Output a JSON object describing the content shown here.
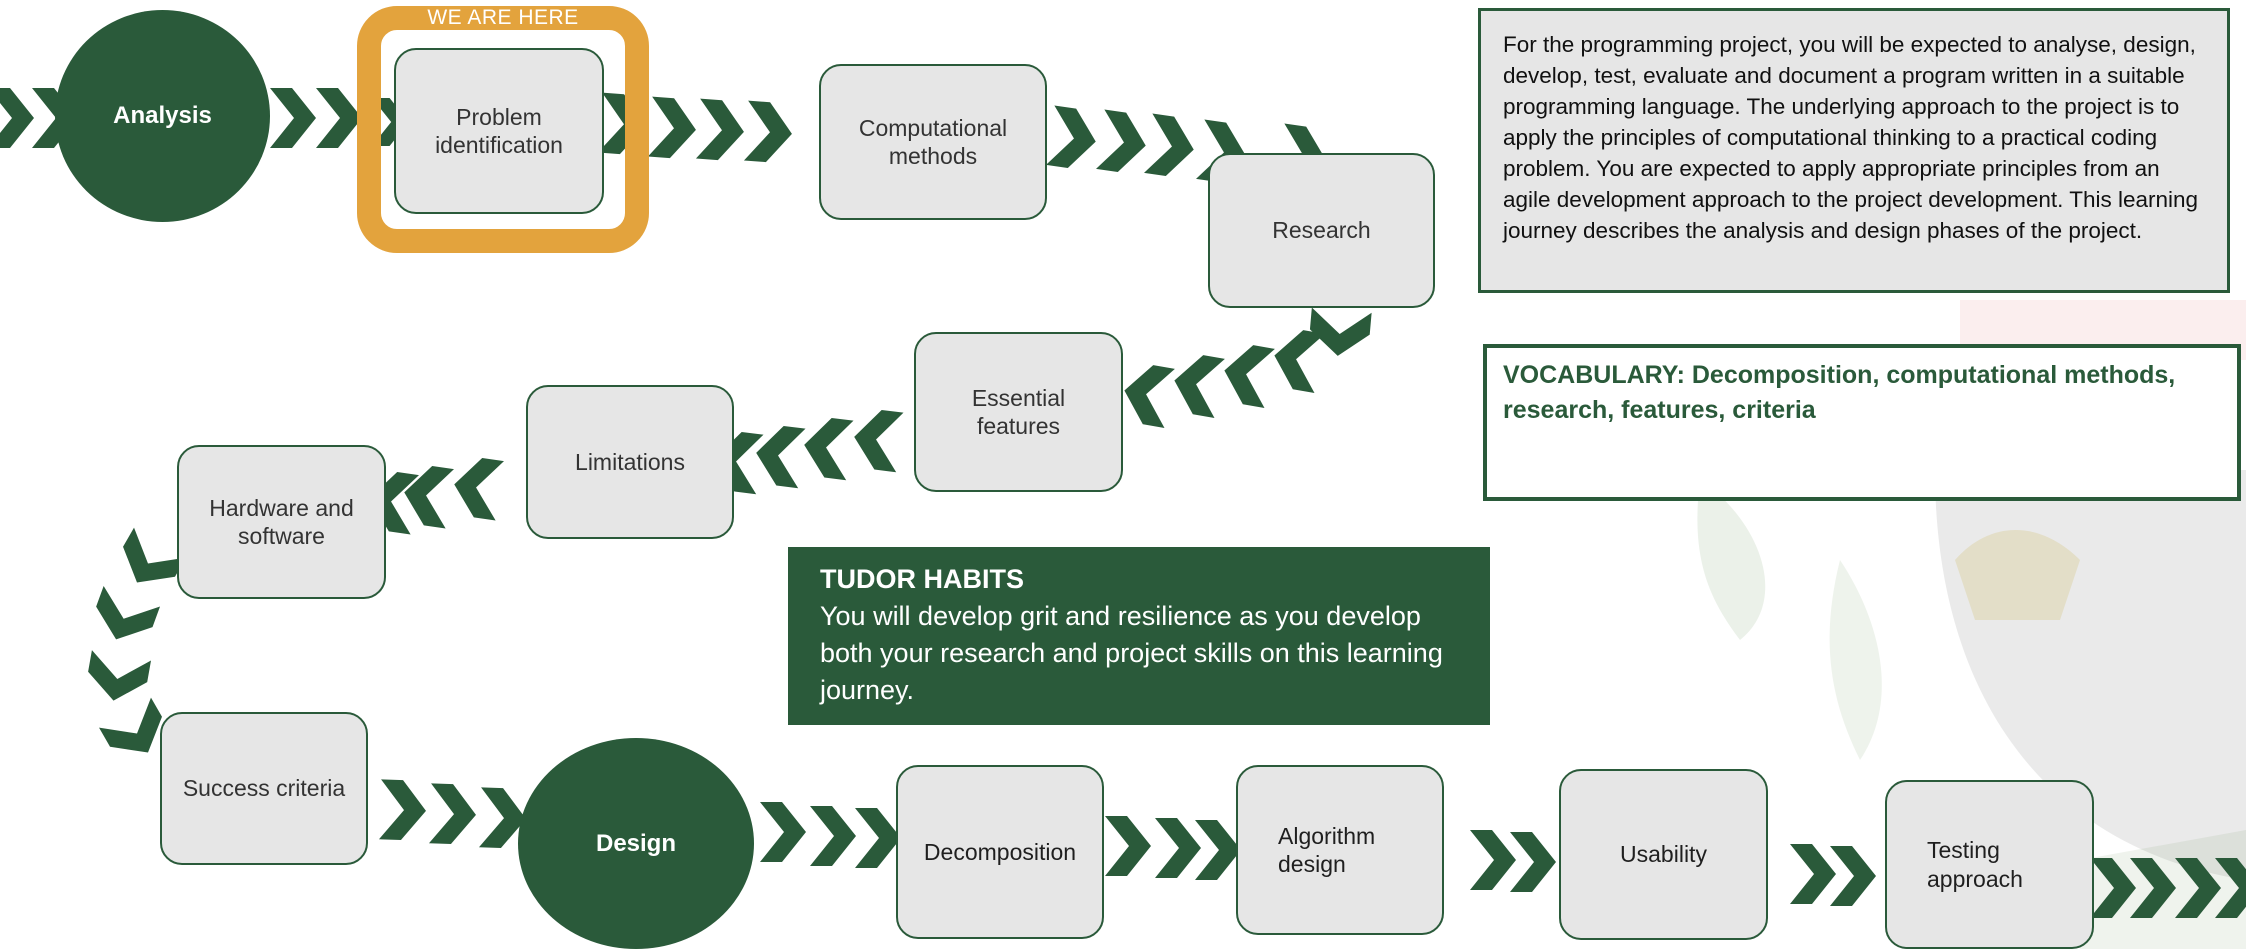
{
  "colors": {
    "primary_green": "#2a5a3a",
    "node_fill": "#e6e6e6",
    "highlight_orange": "#e3a33d",
    "background": "#ffffff"
  },
  "marker": {
    "label": "WE ARE HERE"
  },
  "phases": {
    "analysis": "Analysis",
    "design": "Design"
  },
  "steps": {
    "problem_identification": "Problem identification",
    "computational_methods": "Computational methods",
    "research": "Research",
    "essential_features": "Essential features",
    "limitations": "Limitations",
    "hardware_software": "Hardware and software",
    "success_criteria": "Success criteria",
    "decomposition": "Decomposition",
    "algorithm_design": "Algorithm design",
    "usability": "Usability",
    "testing_approach": "Testing approach"
  },
  "intro": {
    "text": "For the programming project, you will be expected to analyse, design, develop, test, evaluate and document a program written in a suitable programming language. The underlying approach to the project is to apply the principles of computational thinking to a practical coding problem. You are expected to apply appropriate principles from an agile development approach to the project development. This learning journey describes the analysis and design phases of the project."
  },
  "vocabulary": {
    "text": "VOCABULARY: Decomposition, computational methods, research, features, criteria"
  },
  "habits": {
    "title": "TUDOR HABITS",
    "text": "You will develop grit and resilience as you develop both your research and project skills on this learning journey."
  }
}
